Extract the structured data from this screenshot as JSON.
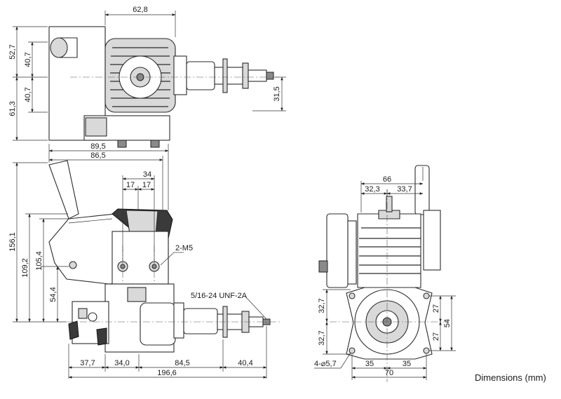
{
  "caption": "Dimensions (mm)",
  "top_view": {
    "width_62_8": "62,8",
    "h_52_7": "52,7",
    "h_40_7_upper": "40,7",
    "h_40_7_lower": "40,7",
    "h_61_3": "61,3",
    "h_31_5": "31,5"
  },
  "side_view": {
    "w_89_5": "89,5",
    "w_86_5": "86,5",
    "w_34": "34",
    "w_17_left": "17",
    "w_17_right": "17",
    "callout_mount_holes": "2-M5",
    "callout_thread": "5/16-24 UNF-2A",
    "h_156_1": "156,1",
    "h_109_2": "109,2",
    "h_105_4": "105,4",
    "h_54_4": "54,4",
    "b_37_7": "37,7",
    "b_34_0": "34,0",
    "b_84_5": "84,5",
    "b_40_4": "40,4",
    "b_196_6": "196,6"
  },
  "front_view": {
    "w_66": "66",
    "w_32_3": "32,3",
    "w_33_7": "33,7",
    "h_32_7_upper": "32,7",
    "h_32_7_lower": "32,7",
    "h_27_upper": "27",
    "h_27_lower": "27",
    "h_54": "54",
    "b_35_left": "35",
    "b_35_right": "35",
    "b_70": "70",
    "callout_holes": "4-⌀5,7"
  }
}
